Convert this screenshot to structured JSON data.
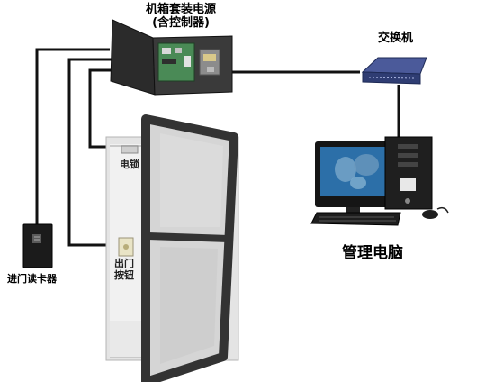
{
  "labels": {
    "controller_line1": "机箱套装电源",
    "controller_line2": "(含控制器)",
    "switch": "交换机",
    "lock": "电锁",
    "exit_button_line1": "出门",
    "exit_button_line2": "按钮",
    "card_reader": "进门读卡器",
    "management_pc": "管理电脑"
  },
  "colors": {
    "cable": "#111111",
    "enclosure": "#2a2a2a",
    "door_frame": "#3a3a3a",
    "glass": "#d5d5d5",
    "wall": "#e6e6e6",
    "switch_body": "#2f3d73",
    "monitor_screen": "#2c6fa8",
    "pc_case": "#1f1f1f"
  },
  "icons": [
    "controller-enclosure-icon",
    "network-switch-icon",
    "desktop-computer-icon",
    "card-reader-icon",
    "electric-lock-icon",
    "exit-button-icon",
    "glass-door-icon"
  ]
}
